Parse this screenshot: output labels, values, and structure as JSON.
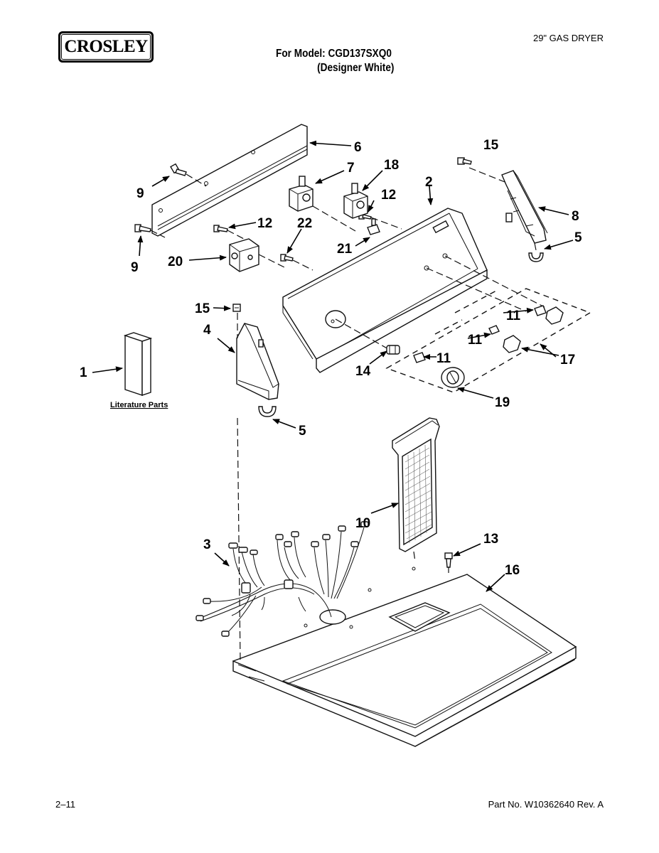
{
  "header": {
    "brand": "CROSLEY",
    "product": "29\" GAS DRYER",
    "model_line": "For Model: CGD137SXQ0",
    "finish_line": "(Designer White)"
  },
  "footer": {
    "page": "2–11",
    "part_number": "Part No. W10362640 Rev. A"
  },
  "diagram": {
    "literature_label": "Literature Parts",
    "callouts": [
      {
        "id": "c6",
        "label": "6"
      },
      {
        "id": "c7",
        "label": "7"
      },
      {
        "id": "c18",
        "label": "18"
      },
      {
        "id": "c15a",
        "label": "15"
      },
      {
        "id": "c2",
        "label": "2"
      },
      {
        "id": "c9a",
        "label": "9"
      },
      {
        "id": "c12a",
        "label": "12"
      },
      {
        "id": "c8",
        "label": "8"
      },
      {
        "id": "c12b",
        "label": "12"
      },
      {
        "id": "c22",
        "label": "22"
      },
      {
        "id": "c5a",
        "label": "5"
      },
      {
        "id": "c9b",
        "label": "9"
      },
      {
        "id": "c20",
        "label": "20"
      },
      {
        "id": "c21",
        "label": "21"
      },
      {
        "id": "c15b",
        "label": "15"
      },
      {
        "id": "c11a",
        "label": "11"
      },
      {
        "id": "c4",
        "label": "4"
      },
      {
        "id": "c11b",
        "label": "11"
      },
      {
        "id": "c17",
        "label": "17"
      },
      {
        "id": "c11c",
        "label": "11"
      },
      {
        "id": "c1",
        "label": "1"
      },
      {
        "id": "c14",
        "label": "14"
      },
      {
        "id": "c19",
        "label": "19"
      },
      {
        "id": "c5b",
        "label": "5"
      },
      {
        "id": "c10",
        "label": "10"
      },
      {
        "id": "c3",
        "label": "3"
      },
      {
        "id": "c13",
        "label": "13"
      },
      {
        "id": "c16",
        "label": "16"
      }
    ]
  }
}
